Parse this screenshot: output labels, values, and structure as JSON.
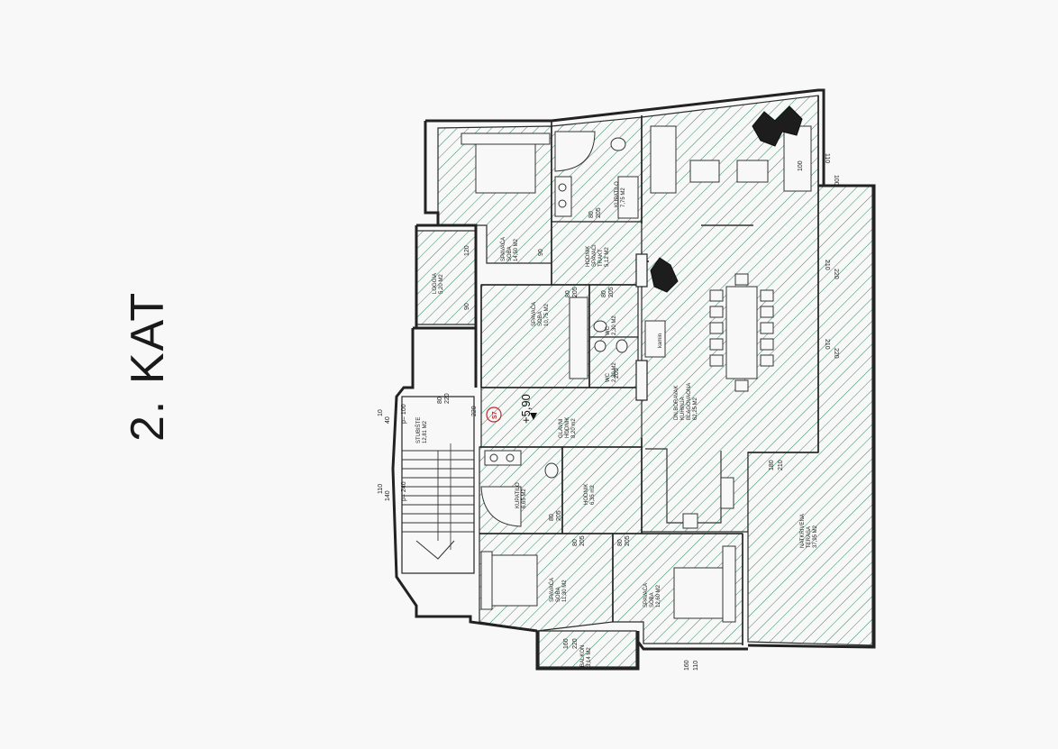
{
  "title": "2. KAT",
  "level_mark": "+5,90",
  "stamp": "S7",
  "rooms": {
    "bed_top": [
      "SPAVAĆA",
      "SOBA",
      "14,50 M2"
    ],
    "bath_top": [
      "KUPATILO",
      "7,75 M2"
    ],
    "hall_wing": [
      "HODNIK",
      "SPAVAĆI",
      "TRAKT",
      "5,12 M2"
    ],
    "bed_mid": [
      "SPAVAĆA",
      "SOBA",
      "10,75 M2"
    ],
    "loggia": [
      "LOGGIA",
      "5,20 M2"
    ],
    "wc1": [
      "WC",
      "2,30 M2"
    ],
    "wc2": [
      "WC",
      "2,30 M2"
    ],
    "living": [
      "DN.BORAVAK",
      "KUHINJA",
      "BLAGOVAONA",
      "62,25 M2"
    ],
    "main_hall": [
      "GLAVNI",
      "HODNIK",
      "8,20 m2"
    ],
    "stairs": [
      "STUBIŠTE",
      "12,81 M2"
    ],
    "bath_low": [
      "KUPATILO",
      "6,65 M2"
    ],
    "hall_low": [
      "HODNIK",
      "6,35 m2"
    ],
    "bed_low1": [
      "SPAVAĆA",
      "SOBA",
      "11,30 M2"
    ],
    "bed_low2": [
      "SPAVAĆA",
      "SOBA",
      "12,60 M2"
    ],
    "balcony": [
      "BALKON",
      "3,14 M2"
    ],
    "terrace": [
      "NATKRIVENA",
      "TERASA",
      "37,95 M2"
    ],
    "kamin": "kamin"
  },
  "dims": {
    "d100_top": "100",
    "d110_top": "110",
    "d210_a": "210",
    "d220_a": "220",
    "d210_b": "210",
    "d220_b": "220",
    "d180": "180",
    "d210_c": "210",
    "d160_r": "160",
    "d110_r": "110",
    "d160_bal": "160",
    "d220_bal": "220",
    "d80_a": "80",
    "d205_a": "205",
    "d80_b": "80",
    "d205_b": "205",
    "d80_c": "80",
    "d205_c": "205",
    "d80_d": "80",
    "d205_d": "205",
    "d80_e": "80",
    "d205_e": "205",
    "d80_f": "80",
    "d205_f": "205",
    "d80_g": "80",
    "d220_g": "220",
    "d100_st": "p= 100",
    "d10_st": "10",
    "d40_st": "40",
    "d240_st": "p= 240",
    "d110_st": "110",
    "d140_st": "140",
    "d220_st": "220",
    "d100_bed": "100",
    "d120_log": "120",
    "d90_a": "90",
    "d90_b": "90",
    "d205_g": "205"
  },
  "colors": {
    "hatch": "#2f8a5e",
    "walls": "#222222",
    "background": "#f7f8f7"
  }
}
